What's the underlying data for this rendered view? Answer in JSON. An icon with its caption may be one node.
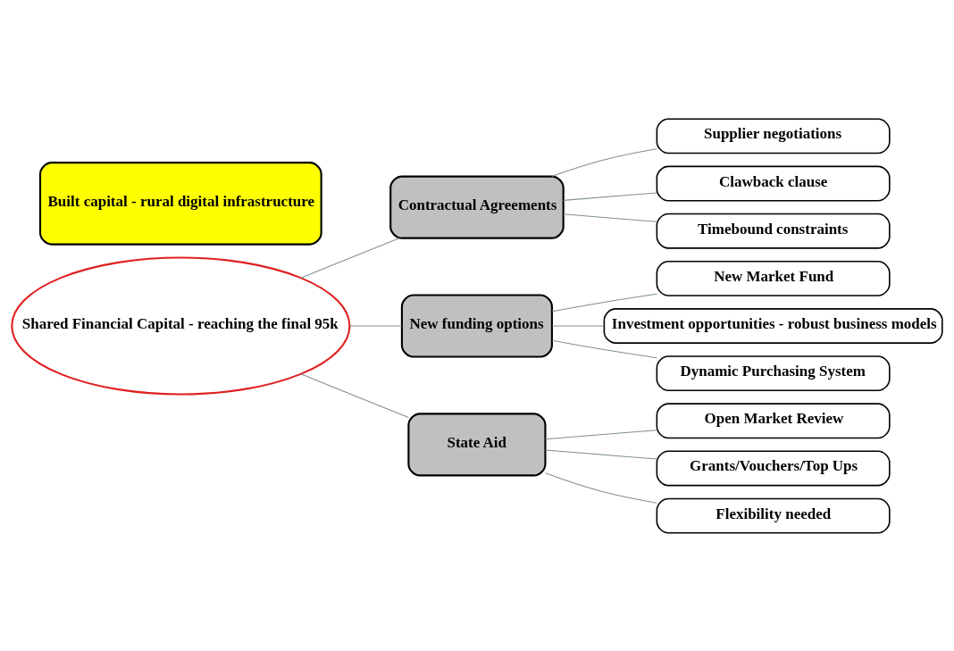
{
  "diagram": {
    "nodes": [
      {
        "text": [
          "Built capital - rural digital infrastructure"
        ]
      },
      {
        "text": [
          "Shared Financial Capital - reaching the final 95k"
        ]
      },
      {
        "text": [
          "Contractual Agreements"
        ]
      },
      {
        "text": [
          "Supplier negotiations"
        ]
      },
      {
        "text": [
          "Clawback clause"
        ]
      },
      {
        "text": [
          "Timebound constraints"
        ]
      },
      {
        "text": [
          "New funding options"
        ]
      },
      {
        "text": [
          "New Market Fund"
        ]
      },
      {
        "text": [
          "Investment opportunities - robust business models"
        ]
      },
      {
        "text": [
          "Dynamic Purchasing System"
        ]
      },
      {
        "text": [
          "State Aid"
        ]
      },
      {
        "text": [
          "Open Market Review"
        ]
      },
      {
        "text": [
          "Grants/Vouchers/Top Ups"
        ]
      },
      {
        "text": [
          "Flexibility needed"
        ]
      }
    ],
    "edges": [
      {
        "from": 1,
        "to": 2,
        "arrow": "none"
      },
      {
        "from": 1,
        "to": 6,
        "arrow": "none"
      },
      {
        "from": 1,
        "to": 10,
        "arrow": "none"
      },
      {
        "from": 2,
        "to": 3,
        "arrow": "none"
      },
      {
        "from": 2,
        "to": 4,
        "arrow": "none"
      },
      {
        "from": 2,
        "to": 5,
        "arrow": "none"
      },
      {
        "from": 6,
        "to": 7,
        "arrow": "none"
      },
      {
        "from": 6,
        "to": 8,
        "arrow": "none"
      },
      {
        "from": 6,
        "to": 9,
        "arrow": "none"
      },
      {
        "from": 10,
        "to": 11,
        "arrow": "none"
      },
      {
        "from": 10,
        "to": 12,
        "arrow": "none"
      },
      {
        "from": 10,
        "to": 13,
        "arrow": "none"
      }
    ]
  }
}
